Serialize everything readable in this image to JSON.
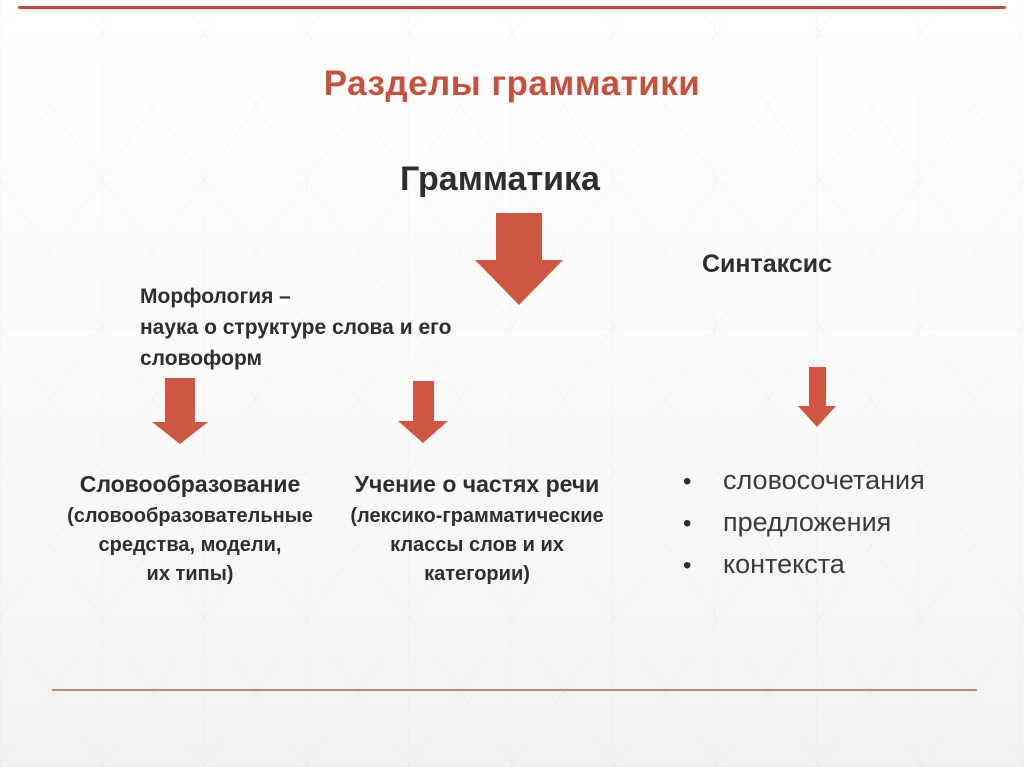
{
  "slide": {
    "title": "Разделы грамматики",
    "root": "Грамматика",
    "morphology": {
      "line1": "Морфология –",
      "line2": "наука о структуре слова и его",
      "line3": "словоформ"
    },
    "syntax": {
      "label": "Синтаксис",
      "bullet": "•",
      "items": [
        "словосочетания",
        "предложения",
        "контекста"
      ]
    },
    "leaves": [
      {
        "title": "Словообразование",
        "sub1": "(словообразовательные",
        "sub2": "средства, модели,",
        "sub3": "их типы)"
      },
      {
        "title": "Учение о частях речи",
        "sub1": "(лексико-грамматические",
        "sub2": "классы слов и их",
        "sub3": "категории)"
      }
    ],
    "colors": {
      "accent_title": "#c5523f",
      "arrow": "#cd5740",
      "top_line": "#c94634",
      "bottom_line": "#b98c7e",
      "text": "#2e2e2e"
    }
  }
}
